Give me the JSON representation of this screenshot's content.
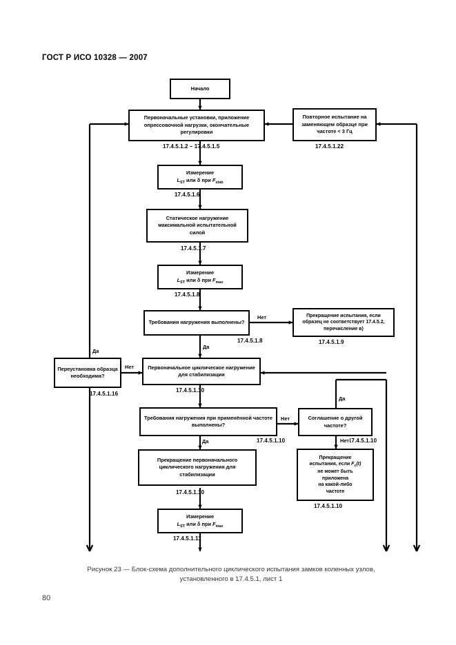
{
  "document": {
    "standard_header": "ГОСТ Р ИСО 10328 — 2007",
    "page_number": "80",
    "caption_line1": "Рисунок 23 — Блок-схема дополнительного циклического испытания замков коленных узлов,",
    "caption_line2": "установленного в 17.4.5.1, лист 1"
  },
  "flowchart": {
    "type": "flowchart",
    "title": "Блок-схема дополнительного циклического испытания замков коленных узлов",
    "nodes": [
      {
        "id": "start",
        "shape": "process",
        "text": "Начало",
        "ref": ""
      },
      {
        "id": "initial-setup",
        "shape": "process",
        "text": "Первоначальные установки, приложение опрессовочной нагрузки, окончательные регулировки",
        "ref": "17.4.5.1.2 – 17.4.5.1.5"
      },
      {
        "id": "retest-replacement",
        "shape": "process",
        "text": "Повторное испытание на заменяющем образце при частоте < 3 Гц",
        "ref": "17.4.5.1.22"
      },
      {
        "id": "measure-stab",
        "shape": "process",
        "text_prefix": "Измерение",
        "text_formula_l": "L",
        "text_formula_l_sub": "ST",
        "text_mid": " или δ при ",
        "text_formula_f": "F",
        "text_formula_f_sub": "stab",
        "ref": "17.4.5.1.6"
      },
      {
        "id": "static-loading",
        "shape": "process",
        "text": "Статическое нагружение максимальной испытательной силой",
        "ref": "17.4.5.1.7"
      },
      {
        "id": "measure-fmax-1",
        "shape": "process",
        "text_prefix": "Измерение",
        "text_formula_l": "L",
        "text_formula_l_sub": "ST",
        "text_mid": " или δ при ",
        "text_formula_f": "F",
        "text_formula_f_sub": "max",
        "ref": "17.4.5.1.8"
      },
      {
        "id": "loading-requirements",
        "shape": "decision",
        "text": "Требования нагружения выполнены?",
        "ref": "17.4.5.1.8"
      },
      {
        "id": "stop-not-conform",
        "shape": "process",
        "text": "Прекращение испытания, если образец не соответствует 17.4.5.2, перечисление в)",
        "ref": "17.4.5.1.9"
      },
      {
        "id": "reinstall-needed",
        "shape": "decision",
        "text": "Переустановка образца необходима?",
        "ref": "17.4.5.1.16"
      },
      {
        "id": "initial-cyclic",
        "shape": "process",
        "text": "Первоначальное циклическое нагружение для стабилизации",
        "ref": "17.4.5.1.10"
      },
      {
        "id": "freq-requirements",
        "shape": "decision",
        "text": "Требования нагружения при применённой частоте выполнены?",
        "ref": "17.4.5.1.10"
      },
      {
        "id": "agreement-other-freq",
        "shape": "decision",
        "text": "Соглашение о другой частоте?",
        "ref": "17.4.5.1.10"
      },
      {
        "id": "stop-initial-cyclic",
        "shape": "process",
        "text": "Прекращение первоначального циклического нагружения для стабилизации",
        "ref": "17.4.5.1.10"
      },
      {
        "id": "stop-fc-not-applicable",
        "shape": "process",
        "text_line1": "Прекращение",
        "text_line2_a": "испытания, если ",
        "text_line2_f": "F",
        "text_line2_f_sub": "c",
        "text_line2_b": "(t)",
        "text_line3": "не может быть",
        "text_line4": "приложена",
        "text_line5": "на какой-либо",
        "text_line6": "частоте",
        "ref": "17.4.5.1.10"
      },
      {
        "id": "measure-fmax-2",
        "shape": "process",
        "text_prefix": "Измерение",
        "text_formula_l": "L",
        "text_formula_l_sub": "ST",
        "text_mid": " или δ при ",
        "text_formula_f": "F",
        "text_formula_f_sub": "max",
        "ref": "17.4.5.1.11"
      }
    ],
    "edge_labels": {
      "no_1": "Нет",
      "yes_1": "Да",
      "no_2": "Нет",
      "yes_2": "Да",
      "no_3": "Нет",
      "yes_3": "Да",
      "no_4": "Нет",
      "yes_4": "Да"
    }
  }
}
